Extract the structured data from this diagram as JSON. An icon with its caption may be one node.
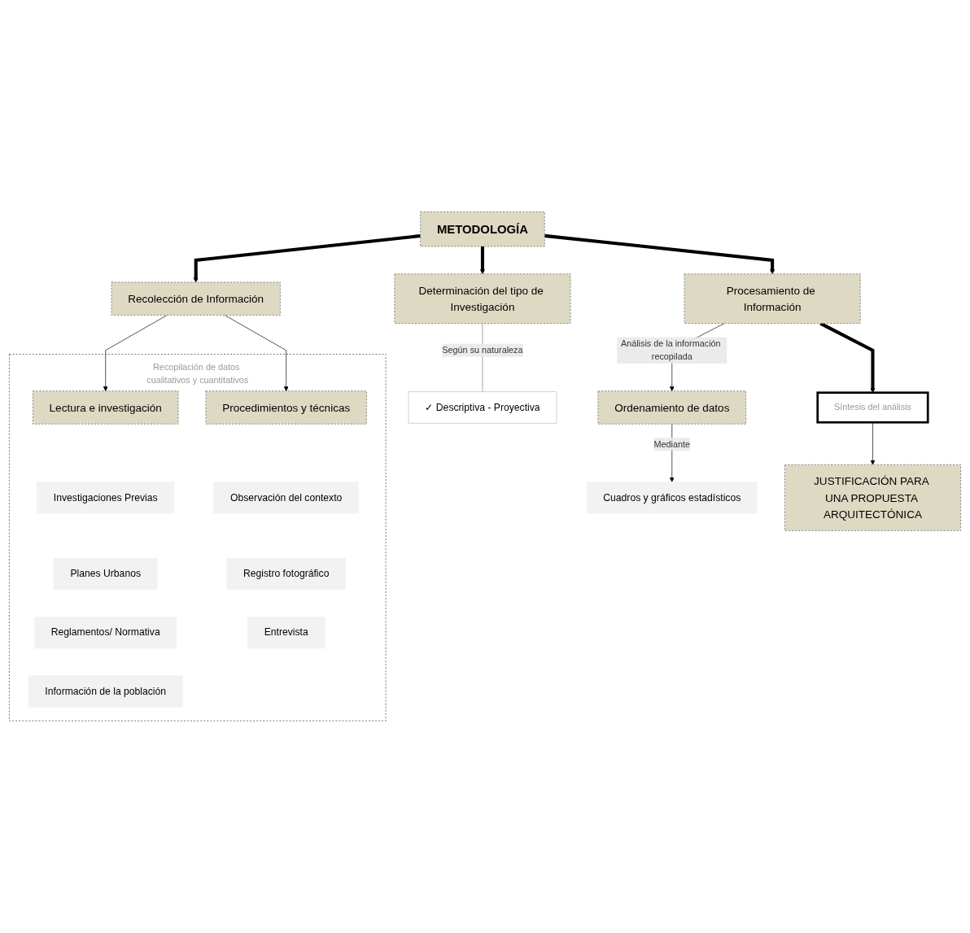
{
  "diagram": {
    "nodes": [
      {
        "text": [
          "METODOLOGÍA"
        ]
      },
      {
        "text": [
          "Determinación del tipo de Investigación"
        ]
      },
      {
        "text": [
          "✓ Descriptiva - Proyectiva"
        ]
      },
      {
        "text": [
          "Recolección de Información"
        ]
      },
      {
        "text": [
          "Recopilación de datos cualitativos y cuantitativos"
        ]
      },
      {
        "text": [
          "Lectura e investigación"
        ],
        "in": 4
      },
      {
        "text": [
          "Procedimientos y técnicas"
        ],
        "in": 4
      },
      {
        "text": [
          "Investigaciones Previas"
        ],
        "in": 4
      },
      {
        "text": [
          "Planes Urbanos"
        ],
        "in": 4
      },
      {
        "text": [
          "Reglamentos/ Normativa"
        ],
        "in": 4
      },
      {
        "text": [
          "Información de la población"
        ],
        "in": 4
      },
      {
        "text": [
          "Observación del contexto"
        ],
        "in": 4
      },
      {
        "text": [
          "Registro fotográfico"
        ],
        "in": 4
      },
      {
        "text": [
          "Entrevista"
        ],
        "in": 4
      },
      {
        "text": [
          "Procesamiento de Información"
        ]
      },
      {
        "text": [
          "Ordenamiento de datos"
        ]
      },
      {
        "text": [
          "Cuadros y gráficos estadísticos"
        ]
      },
      {
        "text": [
          "Síntesis del análisis"
        ]
      },
      {
        "text": [
          "JUSTIFICACIÓN PARA UNA PROPUESTA ARQUITECTÓNICA"
        ]
      }
    ],
    "edges": [
      {
        "from": 0,
        "to": 1,
        "arrow": "to",
        "style": "thick"
      },
      {
        "from": 1,
        "to": 2,
        "arrow": "none",
        "label": "Según su naturaleza",
        "color": "#7f7f5f"
      },
      {
        "from": 0,
        "to": 3,
        "arrow": "to",
        "style": "thick"
      },
      {
        "from": 3,
        "to": 5,
        "arrow": "to"
      },
      {
        "from": 3,
        "to": 6,
        "arrow": "to"
      },
      {
        "from": 0,
        "to": 14,
        "arrow": "to",
        "style": "thick"
      },
      {
        "from": 14,
        "to": 15,
        "arrow": "to",
        "label": "Análisis de la información recopilada"
      },
      {
        "from": 15,
        "to": 16,
        "arrow": "to",
        "label": "Mediante"
      },
      {
        "from": 14,
        "to": 17,
        "arrow": "to",
        "style": "thick"
      },
      {
        "from": 17,
        "to": 18,
        "arrow": "to"
      }
    ]
  }
}
